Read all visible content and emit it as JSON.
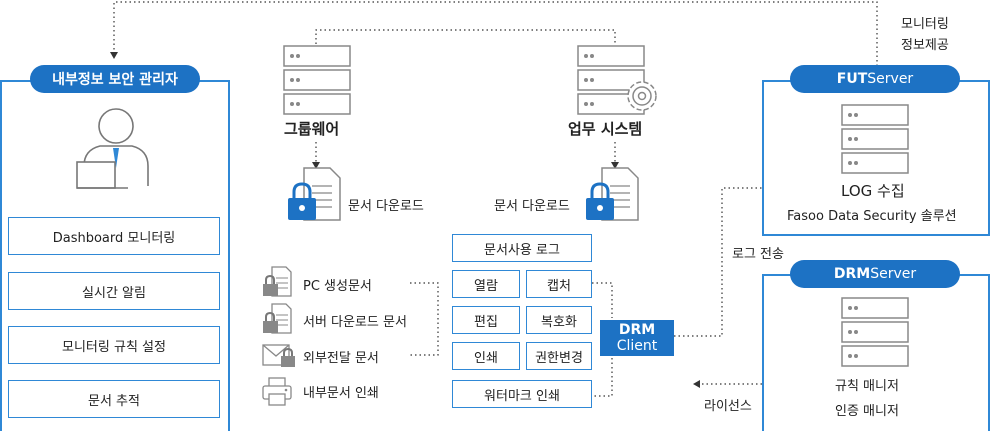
{
  "admin": {
    "title": "내부정보 보안 관리자",
    "menu": [
      "Dashboard 모니터링",
      "실시간 알림",
      "모니터링 규칙 설정",
      "문서 추적"
    ]
  },
  "groupware": {
    "title": "그룹웨어",
    "download": "문서 다운로드"
  },
  "business": {
    "title": "업무 시스템",
    "download": "문서 다운로드"
  },
  "fut": {
    "label_bold": "FUT",
    "label_rest": " Server",
    "log": "LOG 수집",
    "product": "Fasoo Data Security 솔루션",
    "monitoring_line1": "모니터링",
    "monitoring_line2": "정보제공"
  },
  "drm_server": {
    "label_bold": "DRM",
    "label_rest": " Server",
    "line1": "규칙 매니저",
    "line2": "인증 매니저"
  },
  "log_transfer": "로그 전송",
  "license": "라이선스",
  "usage_log": {
    "title": "문서사용 로그",
    "items": [
      "열람",
      "캡처",
      "편집",
      "복호화",
      "인쇄",
      "권한변경"
    ],
    "watermark": "워터마크 인쇄"
  },
  "drm_client": {
    "line1": "DRM",
    "line2": "Client"
  },
  "doc_types": [
    "PC 생성문서",
    "서버 다운로드 문서",
    "외부전달 문서",
    "내부문서 인쇄"
  ]
}
